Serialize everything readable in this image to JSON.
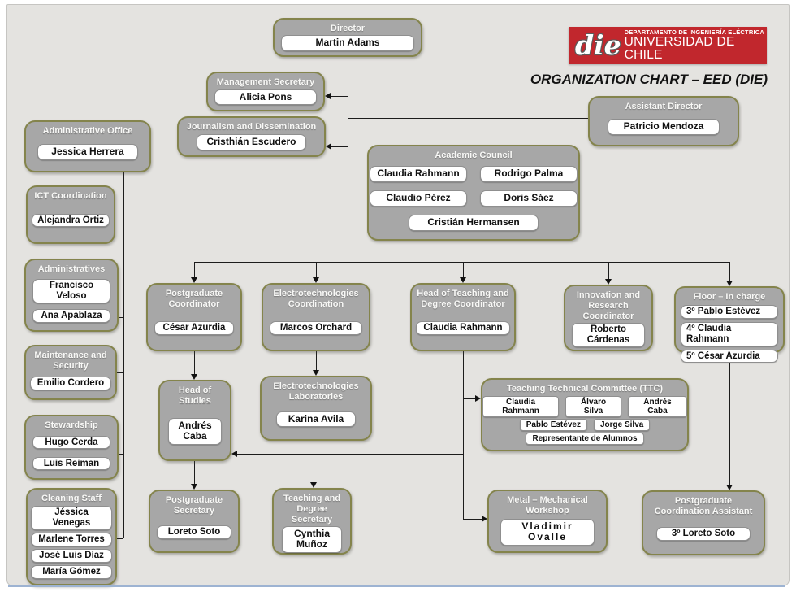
{
  "header": {
    "logo": {
      "acronym": "die",
      "line1": "DEPARTAMENTO DE INGENIERÍA ELÉCTRICA",
      "line2": "UNIVERSIDAD DE CHILE",
      "bg_color": "#c1272d"
    },
    "title": "ORGANIZATION CHART – EED (DIE)"
  },
  "colors": {
    "canvas": "#e4e3e0",
    "box_fill": "#a7a7a7",
    "box_border": "#84844c",
    "member_fill": "#ffffff",
    "line": "#1c1c1c",
    "logo_red": "#c1272d"
  },
  "boxes": {
    "director": {
      "title": "Director",
      "members": [
        "Martin Adams"
      ]
    },
    "management_secretary": {
      "title": "Management Secretary",
      "members": [
        "Alicia Pons"
      ]
    },
    "journalism": {
      "title": "Journalism and Dissemination",
      "members": [
        "Cristhián Escudero"
      ]
    },
    "administrative_office": {
      "title": "Administrative Office",
      "members": [
        "Jessica Herrera"
      ]
    },
    "assistant_director": {
      "title": "Assistant Director",
      "members": [
        "Patricio Mendoza"
      ]
    },
    "academic_council": {
      "title": "Academic Council",
      "members": [
        "Claudia Rahmann",
        "Rodrigo Palma",
        "Claudio Pérez",
        "Doris Sáez",
        "Cristián Hermansen"
      ]
    },
    "ict": {
      "title": "ICT Coordination",
      "members": [
        "Alejandra Ortiz"
      ]
    },
    "administratives": {
      "title": "Administratives",
      "members": [
        "Francisco Veloso",
        "Ana Apablaza"
      ]
    },
    "maintenance": {
      "title": "Maintenance and Security",
      "members": [
        "Emilio Cordero"
      ]
    },
    "stewardship": {
      "title": "Stewardship",
      "members": [
        "Hugo Cerda",
        "Luis Reiman"
      ]
    },
    "cleaning": {
      "title": "Cleaning Staff",
      "members": [
        "Jéssica Venegas",
        "Marlene Torres",
        "José Luis Díaz",
        "María Gómez"
      ]
    },
    "postgrad_coordinator": {
      "title": "Postgraduate Coordinator",
      "members": [
        "César Azurdia"
      ]
    },
    "electro_coordination": {
      "title": "Electrotechnologies Coordination",
      "members": [
        "Marcos Orchard"
      ]
    },
    "head_teaching": {
      "title": "Head of Teaching and Degree Coordinator",
      "members": [
        "Claudia Rahmann"
      ]
    },
    "innovation": {
      "title": "Innovation and Research Coordinator",
      "members": [
        "Roberto Cárdenas"
      ]
    },
    "floor": {
      "title": "Floor – In charge",
      "members": [
        "3º Pablo Estévez",
        "4º Claudia Rahmann",
        "5º César Azurdia"
      ]
    },
    "head_studies": {
      "title": "Head of Studies",
      "members": [
        "Andrés Caba"
      ]
    },
    "electro_labs": {
      "title": "Electrotechnologies Laboratories",
      "members": [
        "Karina Avila"
      ]
    },
    "ttc": {
      "title": "Teaching Technical Committee (TTC)",
      "members": [
        "Claudia Rahmann",
        "Álvaro Silva",
        "Andrés Caba",
        "Pablo Estévez",
        "Jorge Silva",
        "Representante de Alumnos"
      ]
    },
    "postgrad_secretary": {
      "title": "Postgraduate Secretary",
      "members": [
        "Loreto Soto"
      ]
    },
    "teaching_secretary": {
      "title": "Teaching and Degree Secretary",
      "members": [
        "Cynthia Muñoz"
      ]
    },
    "metal_workshop": {
      "title": "Metal – Mechanical Workshop",
      "members": [
        "Vladimir Ovalle"
      ]
    },
    "postgrad_assistant": {
      "title": "Postgraduate Coordination Assistant",
      "members": [
        "3º Loreto Soto"
      ]
    }
  }
}
